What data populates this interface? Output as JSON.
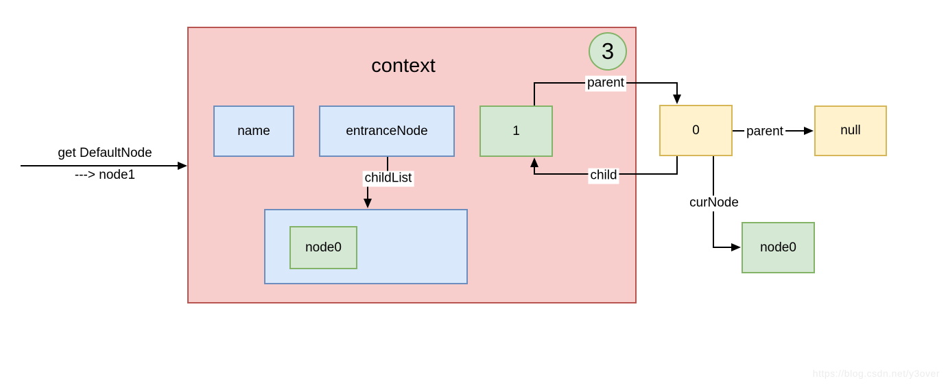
{
  "colors": {
    "context_fill": "#f8cecc",
    "context_border": "#b85450",
    "blue_fill": "#dae8fc",
    "blue_border": "#6c8ebf",
    "green_fill": "#d5e8d4",
    "green_border": "#82b366",
    "yellow_fill": "#fff2cc",
    "yellow_border": "#d6b656",
    "line": "#000000",
    "label_bg": "#ffffff"
  },
  "entry": {
    "caption_top": "get DefaultNode",
    "caption_bottom": "---> node1"
  },
  "context": {
    "title": "context",
    "step_badge": "3",
    "name_field": "name",
    "entrance_field": "entranceNode",
    "child_list_node": "node0"
  },
  "nodes": {
    "node1": "1",
    "cur": "0",
    "null": "null",
    "node0_right": "node0"
  },
  "edges": {
    "child_list": "childList",
    "parent_top": "parent",
    "child": "child",
    "parent_right": "parent",
    "cur_node": "curNode"
  },
  "watermark": "https://blog.csdn.net/y3over"
}
